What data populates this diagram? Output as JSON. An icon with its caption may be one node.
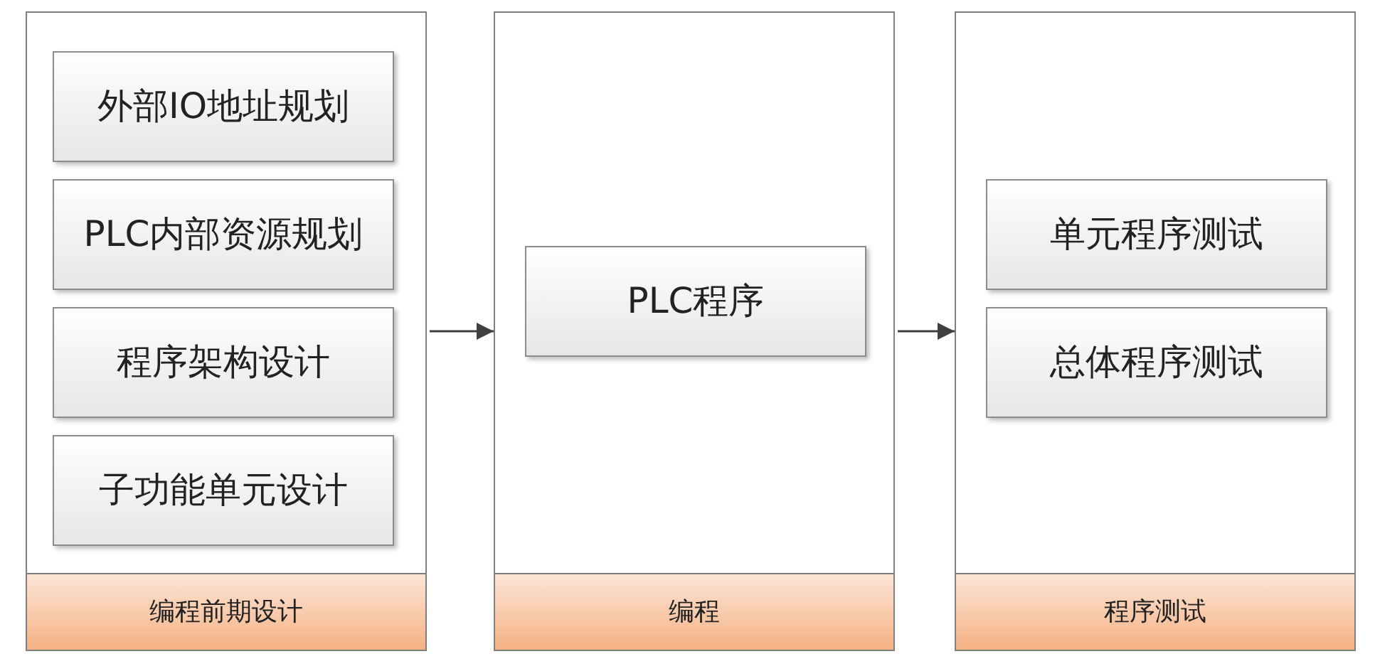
{
  "diagram": {
    "nodes": [
      {
        "text": [
          "编程前期设计"
        ]
      },
      {
        "text": [
          "外部IO地址规划"
        ],
        "in": 0
      },
      {
        "text": [
          "PLC内部资源规划"
        ],
        "in": 0
      },
      {
        "text": [
          "程序架构设计"
        ],
        "in": 0
      },
      {
        "text": [
          "子功能单元设计"
        ],
        "in": 0
      },
      {
        "text": [
          "编程"
        ]
      },
      {
        "text": [
          "PLC程序"
        ],
        "in": 5
      },
      {
        "text": [
          "程序测试"
        ]
      },
      {
        "text": [
          "单元程序测试"
        ],
        "in": 7
      },
      {
        "text": [
          "总体程序测试"
        ],
        "in": 7
      }
    ],
    "edges": [
      {
        "from": 0,
        "to": 5,
        "arrow": "to"
      },
      {
        "from": 5,
        "to": 7,
        "arrow": "to"
      }
    ]
  }
}
